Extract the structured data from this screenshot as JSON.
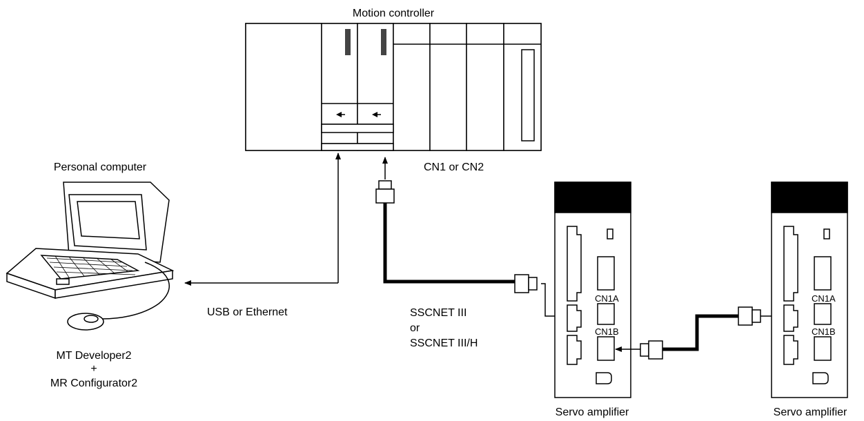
{
  "labels": {
    "motion_controller": "Motion controller",
    "personal_computer": "Personal computer",
    "cn1_or_cn2": "CN1 or CN2",
    "usb_or_ethernet": "USB or Ethernet",
    "sscnet_line1": "SSCNET III",
    "sscnet_line2": "or",
    "sscnet_line3": "SSCNET III/H",
    "software_line1": "MT Developer2",
    "software_line2": "+",
    "software_line3": "MR Configurator2",
    "servo_amplifier_1": "Servo amplifier",
    "servo_amplifier_2": "Servo amplifier",
    "amp1_cn1a": "CN1A",
    "amp1_cn1b": "CN1B",
    "amp2_cn1a": "CN1A",
    "amp2_cn1b": "CN1B"
  }
}
